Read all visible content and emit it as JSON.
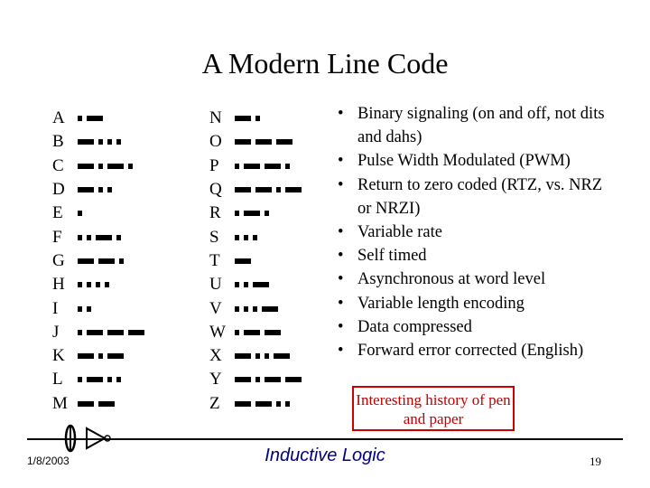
{
  "title": "A Modern Line Code",
  "morse_left": [
    {
      "letter": "A",
      "code": ".-"
    },
    {
      "letter": "B",
      "code": "-..."
    },
    {
      "letter": "C",
      "code": "-.-."
    },
    {
      "letter": "D",
      "code": "-.."
    },
    {
      "letter": "E",
      "code": "."
    },
    {
      "letter": "F",
      "code": "..-."
    },
    {
      "letter": "G",
      "code": "--."
    },
    {
      "letter": "H",
      "code": "...."
    },
    {
      "letter": "I",
      "code": ".."
    },
    {
      "letter": "J",
      "code": ".---"
    },
    {
      "letter": "K",
      "code": "-.-"
    },
    {
      "letter": "L",
      "code": ".-.."
    },
    {
      "letter": "M",
      "code": "--"
    }
  ],
  "morse_right": [
    {
      "letter": "N",
      "code": "-."
    },
    {
      "letter": "O",
      "code": "---"
    },
    {
      "letter": "P",
      "code": ".--."
    },
    {
      "letter": "Q",
      "code": "--.-"
    },
    {
      "letter": "R",
      "code": ".-."
    },
    {
      "letter": "S",
      "code": "..."
    },
    {
      "letter": "T",
      "code": "-"
    },
    {
      "letter": "U",
      "code": "..-"
    },
    {
      "letter": "V",
      "code": "...-"
    },
    {
      "letter": "W",
      "code": ".--"
    },
    {
      "letter": "X",
      "code": "-..-"
    },
    {
      "letter": "Y",
      "code": "-.--"
    },
    {
      "letter": "Z",
      "code": "--.."
    }
  ],
  "bullets": [
    "Binary signaling (on and off, not dits and dahs)",
    "Pulse Width Modulated (PWM)",
    "Return to zero coded (RTZ, vs. NRZ or NRZI)",
    "Variable rate",
    "Self timed",
    "Asynchronous at word level",
    "Variable length encoding",
    "Data compressed",
    "Forward error corrected (English)"
  ],
  "bullet_symbol": "•",
  "history_box": "Interesting history of pen and paper",
  "footer": {
    "date": "1/8/2003",
    "brand": "Inductive Logic",
    "page": "19"
  },
  "colors": {
    "box_border": "#cc0000",
    "box_text": "#c00000",
    "brand_text": "#000080"
  },
  "icons": {
    "logo": "feather-logo-icon"
  }
}
